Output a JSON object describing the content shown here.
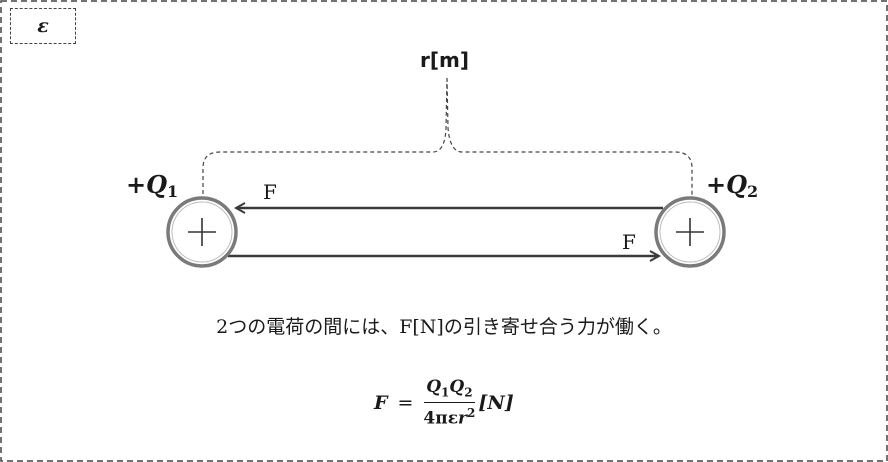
{
  "medium": "ε",
  "distance_label": "r[m]",
  "charge_1": {
    "sign": "+",
    "symbol": "Q",
    "sub": "1"
  },
  "charge_2": {
    "sign": "+",
    "symbol": "Q",
    "sub": "2"
  },
  "force_top": "F",
  "force_bottom": "F",
  "caption": "2つの電荷の間には、F[N]の引き寄せ合う力が働く。",
  "formula": {
    "lhs": "F",
    "eq": "=",
    "num_1": "Q",
    "num_1_sub": "1",
    "num_2": "Q",
    "num_2_sub": "2",
    "den_prefix": "4πε",
    "den_var": "r",
    "den_exp": "2",
    "unit": "[N]"
  },
  "colors": {
    "circle_stroke": "#7a7a7a",
    "arrow": "#3a3a3a",
    "dashed": "#444444"
  }
}
